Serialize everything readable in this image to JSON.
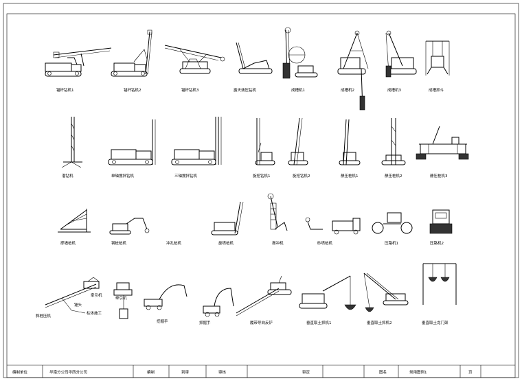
{
  "sheet": {
    "labels": {
      "row1": [
        "锚杆钻机1",
        "锚杆钻机2",
        "锚杆钻机3",
        "露天液压钻机",
        "成槽机1",
        "成槽机2",
        "成槽机3",
        "成槽抓斗"
      ],
      "row2": [
        "潜钻机",
        "单轴搅拌钻机",
        "三轴搅拌钻机",
        "旋挖钻机1",
        "旋挖钻机2",
        "静压桩机1",
        "静压桩机2",
        "静压桩机3"
      ],
      "row3": [
        "撑墙桩机",
        "钢桩桩机",
        "冲孔桩机",
        "旋喷桩机",
        "振冲机",
        "砂喷桩机",
        "压路机1",
        "压路机2"
      ],
      "row4": [
        "斜桩压机",
        "牵引机",
        "锤头",
        "柱体施工",
        "牵引机",
        "挖掘手",
        "抓掘手",
        "履带导向反铲",
        "垂直取土抓机1",
        "垂直取土抓机2",
        "垂直取土龙门架"
      ]
    },
    "title_block": {
      "c1": "编制单位",
      "c2": "华南分公司华西分公司",
      "c3": "编制",
      "c4": "到审",
      "c5": "审核",
      "c6": "审定",
      "c7": "图名",
      "c8": "常用图例1",
      "c9": "页"
    }
  }
}
